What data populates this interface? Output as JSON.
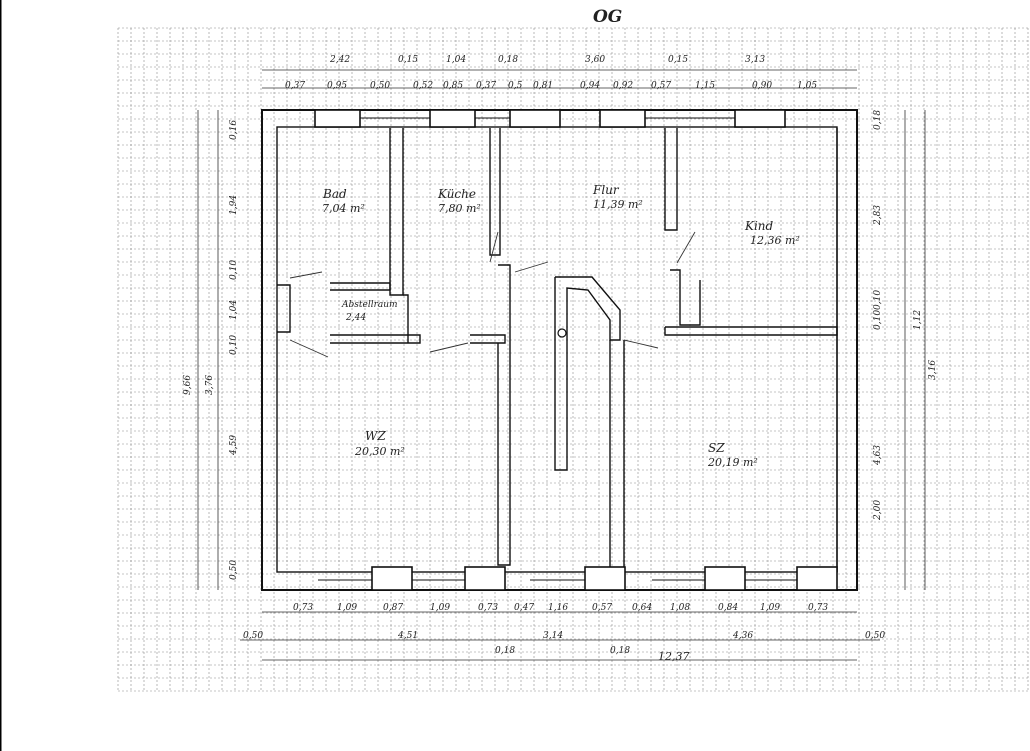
{
  "title": "OG",
  "rooms": [
    {
      "name": "Bad",
      "area": "7,04 m²"
    },
    {
      "name": "Küche",
      "area": "7,80 m²"
    },
    {
      "name": "Flur",
      "area": "11,39 m²"
    },
    {
      "name": "Kind",
      "area": "12,36 m²"
    },
    {
      "name": "Abstellraum",
      "area": "2,44"
    },
    {
      "name": "WZ",
      "area": "20,30 m²"
    },
    {
      "name": "SZ",
      "area": "20,19 m²"
    }
  ],
  "top_dims_1": [
    "2,42",
    "0,15",
    "1,04",
    "0,18",
    "3,60",
    "0,15",
    "3,13"
  ],
  "top_dims_2": [
    "0,37",
    "0,95",
    "0,50",
    "0,52",
    "0,85",
    "0,37",
    "0,5",
    "0,81",
    "0,94",
    "0,92",
    "0,57",
    "1,15",
    "0,90",
    "1,05"
  ],
  "bottom_dims_1": [
    "0,73",
    "1,09",
    "0,87",
    "1,09",
    "0,73",
    "0,47",
    "1,16",
    "0,57",
    "0,64",
    "1,08",
    "0,84",
    "1,09",
    "0,73"
  ],
  "bottom_dims_2": [
    "0,50",
    "4,51",
    "3,14",
    "4,36",
    "0,50"
  ],
  "bottom_small": [
    "0,18",
    "0,18"
  ],
  "total_width": "12,37",
  "left_dims": [
    "0,16",
    "1,94",
    "0,10",
    "1,04",
    "0,10",
    "4,59",
    "0,50"
  ],
  "left_total": [
    "9,66",
    "3,76"
  ],
  "right_dims": [
    "0,18",
    "2,83",
    "0,10",
    "0,10",
    "4,63",
    "2,00"
  ],
  "right_total": [
    "3,16",
    "1,12"
  ]
}
